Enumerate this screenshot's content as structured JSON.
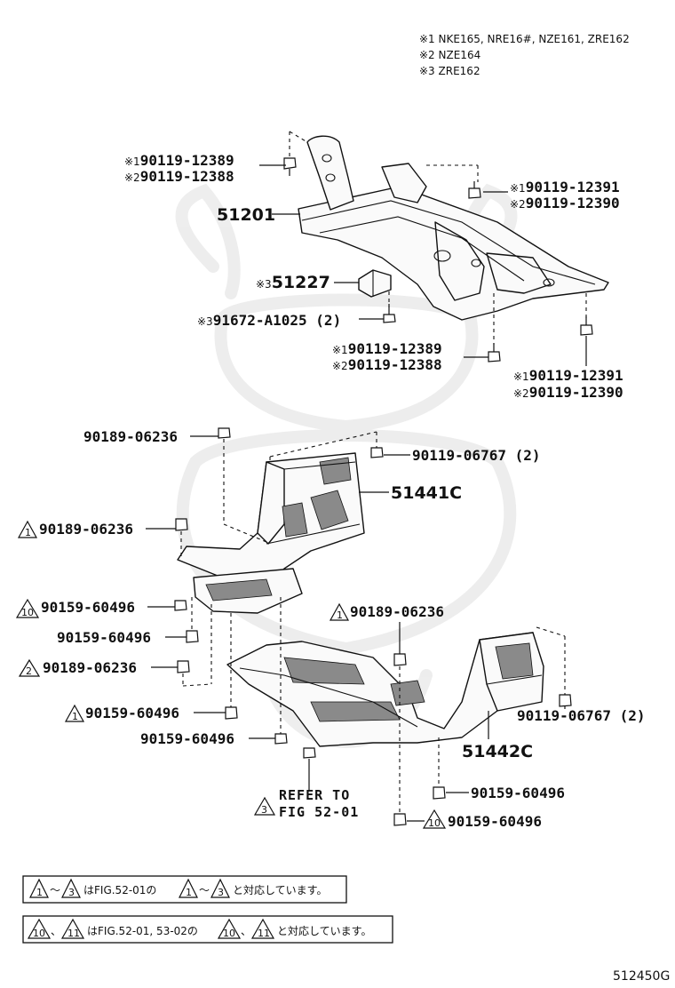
{
  "notes": [
    {
      "mark": "※1",
      "text": "NKE165, NRE16#, NZE161, ZRE162"
    },
    {
      "mark": "※2",
      "text": "NZE164"
    },
    {
      "mark": "※3",
      "text": "ZRE162"
    }
  ],
  "callouts": {
    "c1": {
      "m1": "※1",
      "p1": "90119-12389",
      "m2": "※2",
      "p2": "90119-12388"
    },
    "c2": {
      "m1": "※1",
      "p1": "90119-12391",
      "m2": "※2",
      "p2": "90119-12390"
    },
    "c3": {
      "p": "51201"
    },
    "c4": {
      "m": "※3",
      "p": "51227"
    },
    "c5": {
      "m": "※3",
      "p": "91672-A1025 (2)"
    },
    "c6": {
      "m1": "※1",
      "p1": "90119-12389",
      "m2": "※2",
      "p2": "90119-12388"
    },
    "c7": {
      "m1": "※1",
      "p1": "90119-12391",
      "m2": "※2",
      "p2": "90119-12390"
    },
    "c8": {
      "p": "90189-06236"
    },
    "c9": {
      "p": "90119-06767 (2)"
    },
    "c10": {
      "p": "51441C"
    },
    "c11": {
      "tri": "1",
      "p": "90189-06236"
    },
    "c12": {
      "tri": "10",
      "p": "90159-60496"
    },
    "c13": {
      "p": "90159-60496"
    },
    "c14": {
      "tri": "2",
      "p": "90189-06236"
    },
    "c15": {
      "tri": "1",
      "p": "90189-06236"
    },
    "c16": {
      "tri": "1",
      "p": "90159-60496"
    },
    "c17": {
      "p": "90159-60496"
    },
    "c18": {
      "p": "90119-06767 (2)"
    },
    "c19": {
      "p": "51442C"
    },
    "c20": {
      "tri": "3",
      "l1": "REFER TO",
      "l2": "FIG 52-01"
    },
    "c21": {
      "p": "90159-60496"
    },
    "c22": {
      "tri": "10",
      "p": "90159-60496"
    }
  },
  "boxes": [
    {
      "t1": "1",
      "sep": "～",
      "t2": "3",
      "text1": "はFIG.52-01の",
      "t3": "1",
      "sep2": "～",
      "t4": "3",
      "text2": "と対応しています。"
    },
    {
      "t1": "10",
      "sep": "、",
      "t2": "11",
      "text1": "はFIG.52-01, 53-02の",
      "t3": "10",
      "sep2": "、",
      "t4": "11",
      "text2": "と対応しています。"
    }
  ],
  "figure_code": "512450G"
}
